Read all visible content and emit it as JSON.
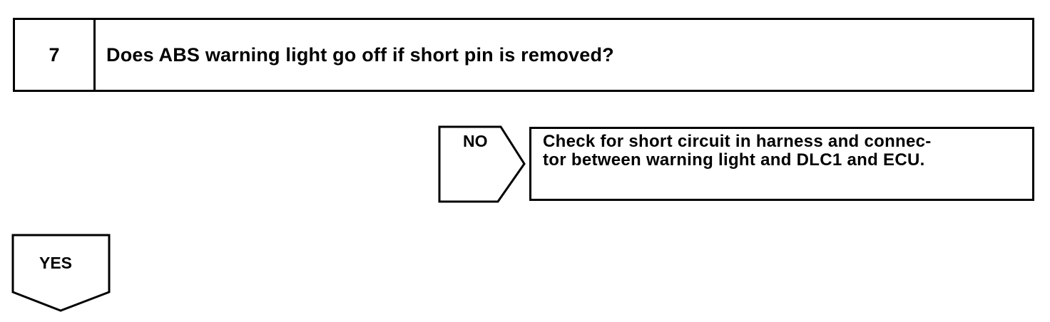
{
  "step": {
    "number": "7",
    "question": "Does ABS warning light go off if short pin is removed?"
  },
  "no_branch": {
    "label": "NO",
    "action_lines": [
      "Check for short circuit in harness and connec-",
      "tor between warning light and DLC1 and ECU."
    ]
  },
  "yes_branch": {
    "label": "YES"
  }
}
